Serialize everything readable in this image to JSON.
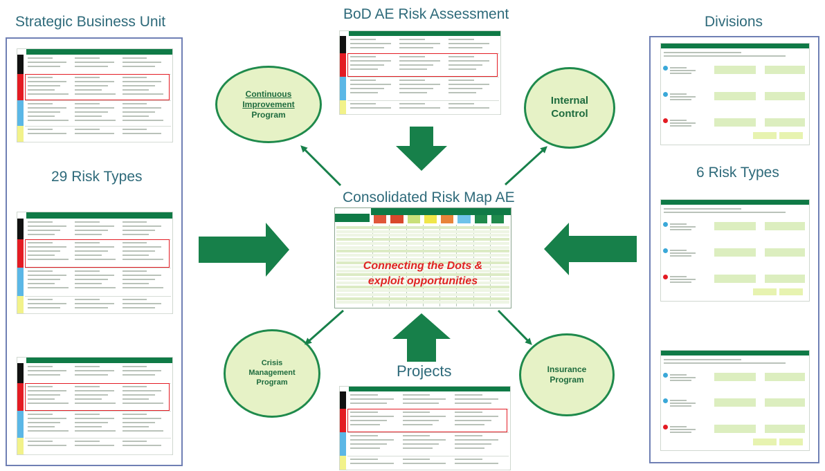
{
  "titles": {
    "sbu": "Strategic Business Unit",
    "bod": "BoD AE Risk Assessment",
    "divisions": "Divisions",
    "consolidated": "Consolidated Risk Map AE",
    "projects": "Projects"
  },
  "labels": {
    "sbu_risk_types": "29 Risk Types",
    "div_risk_types": "6 Risk Types"
  },
  "ellipses": {
    "continuous": [
      "Continuous",
      "Improvement",
      "Program"
    ],
    "internal": [
      "Internal",
      "Control"
    ],
    "crisis": [
      "Crisis",
      "Management",
      "Program"
    ],
    "insurance": [
      "Insurance",
      "Program"
    ]
  },
  "slogan": [
    "Connecting the Dots &",
    "exploit opportunities"
  ],
  "colors": {
    "arrow": "#17804a",
    "ellipse_fill": "#e6f2c6",
    "ellipse_border": "#1f8a4c",
    "header_green": "#0f7a46",
    "risk_red": "#e31b23",
    "risk_black": "#111111",
    "risk_blue": "#5bb7e6",
    "risk_yellow": "#f2f28a",
    "panel_border": "#6f7fb4"
  }
}
